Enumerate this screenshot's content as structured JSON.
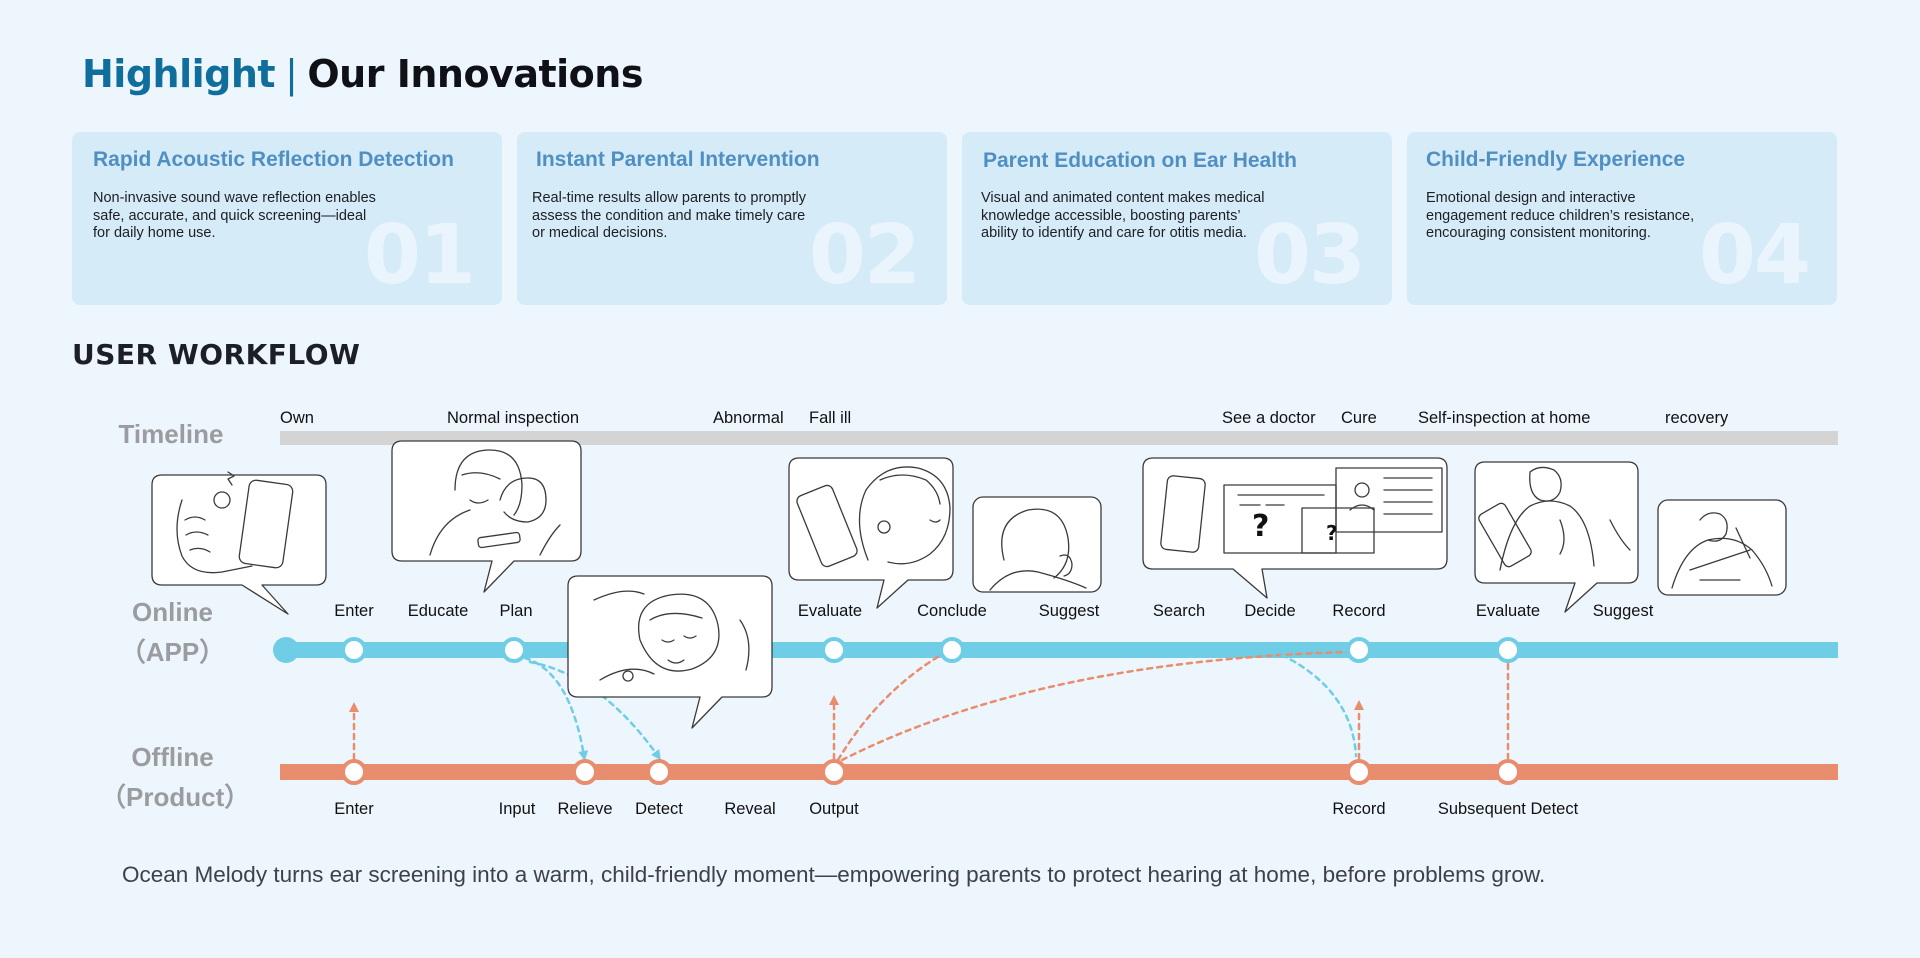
{
  "header": {
    "highlight": "Highlight",
    "separator": "|",
    "title": "Our Innovations"
  },
  "cards": [
    {
      "title": "Rapid Acoustic Reflection Detection",
      "description": "Non-invasive sound wave reflection enables safe, accurate, and quick screening—ideal for daily home use.",
      "number": "01"
    },
    {
      "title": "Instant Parental Intervention",
      "description": "Real-time results allow parents to promptly assess the condition and make timely care or medical decisions.",
      "number": "02"
    },
    {
      "title": "Parent Education on Ear Health",
      "description": "Visual and animated content makes medical knowledge accessible, boosting parents’ ability to identify and care for otitis media.",
      "number": "03"
    },
    {
      "title": "Child-Friendly Experience",
      "description": "Emotional design and interactive engagement reduce children’s resistance, encouraging consistent monitoring.",
      "number": "04"
    }
  ],
  "workflow": {
    "section_title": "USER WORKFLOW",
    "lanes": {
      "timeline": "Timeline",
      "online_line1": "Online",
      "online_line2": "（APP）",
      "offline_line1": "Offline",
      "offline_line2": "（Product）"
    },
    "timeline_labels": [
      "Own",
      "Normal inspection",
      "Abnormal",
      "Fall ill",
      "See a doctor",
      "Cure",
      "Self-inspection at home",
      "recovery"
    ],
    "online_steps": [
      "Enter",
      "Educate",
      "Plan",
      "Evaluate",
      "Conclude",
      "Suggest",
      "Search",
      "Decide",
      "Record",
      "Evaluate",
      "Suggest"
    ],
    "offline_steps": [
      "Enter",
      "Input",
      "Relieve",
      "Detect",
      "Reveal",
      "Output",
      "Record",
      "Subsequent Detect"
    ],
    "colors": {
      "online": "#6fcde6",
      "offline": "#e88d6d",
      "timeline": "#d4d4d4"
    },
    "illustrations": [
      "hand-holding-phone-icon",
      "mother-child-phone-icon",
      "child-lying-icon",
      "child-phone-ear-icon",
      "child-head-icon",
      "phone-hospital-question-icon",
      "doctor-patient-icon",
      "doctor-writing-icon"
    ]
  },
  "footer": "Ocean Melody turns ear screening into a warm, child-friendly moment—empowering parents to protect hearing at home, before problems grow."
}
